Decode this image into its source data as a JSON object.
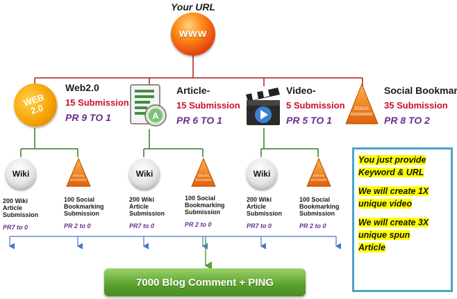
{
  "root": {
    "label": "Your URL",
    "ball_text": "www"
  },
  "categories": [
    {
      "title": "Web2.0",
      "count": "15 Submission",
      "pr": "PR 9 TO 1",
      "badge": [
        "WEB",
        "2.0"
      ]
    },
    {
      "title": "Article-",
      "count": "15 Submission",
      "pr": "PR 6 TO 1"
    },
    {
      "title": "Video-",
      "count": "5 Submission",
      "pr": "PR 5 TO 1"
    },
    {
      "title": "Social Bookmark-",
      "count": "35 Submission",
      "pr": "PR 8 TO 2"
    }
  ],
  "subitems": [
    {
      "icon_text": "Wiki",
      "label": [
        "200 Wiki",
        "Article",
        "Submission"
      ],
      "pr": "PR7 to 0"
    },
    {
      "icon_text": "SOCIAL BOOKMARK",
      "label": [
        "100 Social",
        "Bookmarking",
        "Submission"
      ],
      "pr": "PR 2 to 0"
    },
    {
      "icon_text": "Wiki",
      "label": [
        "200 Wiki",
        "Article",
        "Submission"
      ],
      "pr": "PR7 to 0"
    },
    {
      "icon_text": "SOCIAL BOOKMARK",
      "label": [
        "100 Social",
        "Bookmarking",
        "Submission"
      ],
      "pr": "PR 2 to 0"
    },
    {
      "icon_text": "Wiki",
      "label": [
        "200 Wiki",
        "Article",
        "Submission"
      ],
      "pr": "PR7 to 0"
    },
    {
      "icon_text": "SOCIAL BOOKMARK",
      "label": [
        "100 Social",
        "Bookmarking",
        "Submission"
      ],
      "pr": "PR 2 to 0"
    }
  ],
  "bottom": {
    "text": "7000 Blog Comment + PING"
  },
  "info": [
    [
      "You just provide",
      "Keyword & URL"
    ],
    [
      "We will create 1X",
      "unique video"
    ],
    [
      "We will create 3X",
      "unique spun",
      "Article"
    ]
  ],
  "social_icon_text": [
    "SOCIAL",
    "BOOKMARK"
  ],
  "colors": {
    "red_line": "#b01c1c",
    "green_line": "#2e7d1e",
    "arrow_blue": "#4a78c8",
    "box_border": "#4aa3c9",
    "highlight": "#ffff00"
  }
}
